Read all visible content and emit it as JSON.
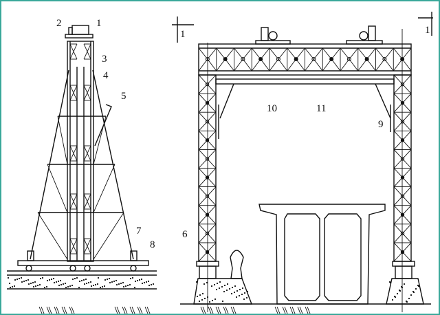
{
  "diagram": {
    "tower_labels": {
      "l1": "1",
      "l2": "2",
      "l3": "3",
      "l4": "4",
      "l5": "5",
      "l7": "7",
      "l8": "8"
    },
    "gantry_labels": {
      "l6": "6",
      "l9": "9",
      "l10": "10",
      "l11": "11"
    },
    "section_marks": {
      "left": "1",
      "right": "1"
    },
    "frame_color": "#3aa89a"
  }
}
